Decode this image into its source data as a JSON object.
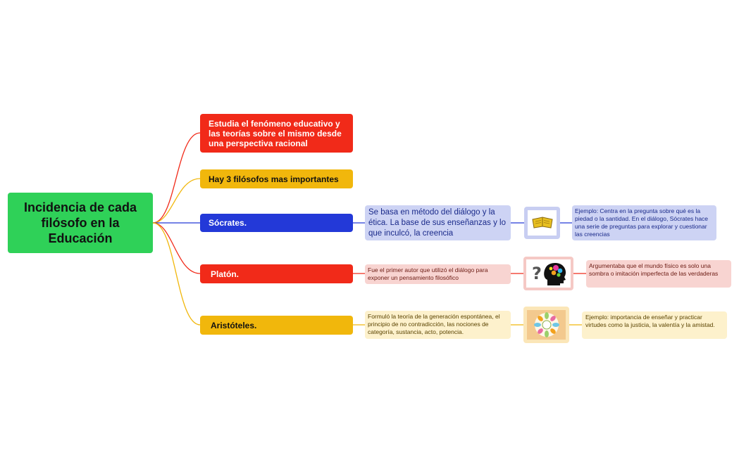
{
  "root": {
    "title": "Incidencia de cada filósofo en la Educación"
  },
  "branches": [
    {
      "label": "Estudia el fenómeno educativo y las teorías sobre el mismo desde una perspectiva racional"
    },
    {
      "label": "Hay 3 filósofos mas importantes"
    },
    {
      "label": "Sócrates."
    },
    {
      "label": "Platón."
    },
    {
      "label": "Aristóteles."
    }
  ],
  "socrates": {
    "description": "Se basa en  método del diálogo y la ética. La base de sus enseñanzas y lo que inculcó, la creencia",
    "image_icon": "book-icon",
    "example": "Ejemplo:  Centra en la pregunta sobre qué es la piedad o la santidad. En el diálogo, Sócrates hace una serie de preguntas para explorar y cuestionar las creencias"
  },
  "platon": {
    "description": "Fue el primer autor que utilizó el diálogo para exponer un pensamiento filosófico",
    "image_icon": "thinking-head-icon",
    "example": "Argumentaba que el mundo físico es solo una sombra o imitación imperfecta de las verdaderas"
  },
  "aristoteles": {
    "description": "Formuló la teoría de la generación espontánea, el principio de no contradicción, las nociones de categoría, sustancia, acto, potencia.",
    "image_icon": "flower-diagram-icon",
    "example": "Ejemplo: importancia de enseñar y practicar virtudes como la justicia, la valentía y la amistad."
  },
  "colors": {
    "root": "#2fd158",
    "red": "#f12a19",
    "yellow": "#f1b70c",
    "blue": "#2339d8"
  }
}
